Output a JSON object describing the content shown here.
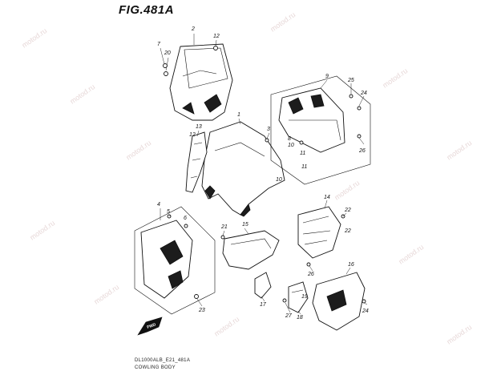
{
  "figure": {
    "title": "FIG.481A",
    "model_code": "DL1000ALB_E21_481A",
    "name": "COWLING BODY",
    "fwd_label": "FWD",
    "watermark": "motod.ru"
  },
  "callouts": [
    "1",
    "2",
    "3",
    "4",
    "5",
    "6",
    "7",
    "8",
    "9",
    "10",
    "11",
    "12",
    "13",
    "14",
    "15",
    "16",
    "17",
    "18",
    "19",
    "20",
    "21",
    "22",
    "23",
    "24",
    "25",
    "26",
    "27"
  ],
  "extra_callouts": [
    "10",
    "11",
    "12",
    "21",
    "22",
    "23",
    "24",
    "26"
  ]
}
